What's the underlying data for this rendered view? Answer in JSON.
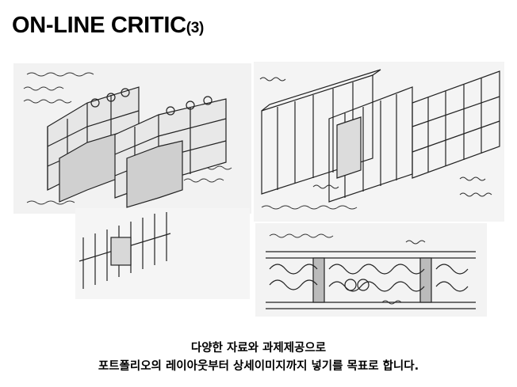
{
  "title": {
    "main": "ON-LINE CRITIC",
    "number": "(3)"
  },
  "caption": {
    "line1": "다양한 자료와 과제제공으로",
    "line2": "포트폴리오의 레이아웃부터 상세이미지까지 넣기를 목표로 합니다."
  }
}
